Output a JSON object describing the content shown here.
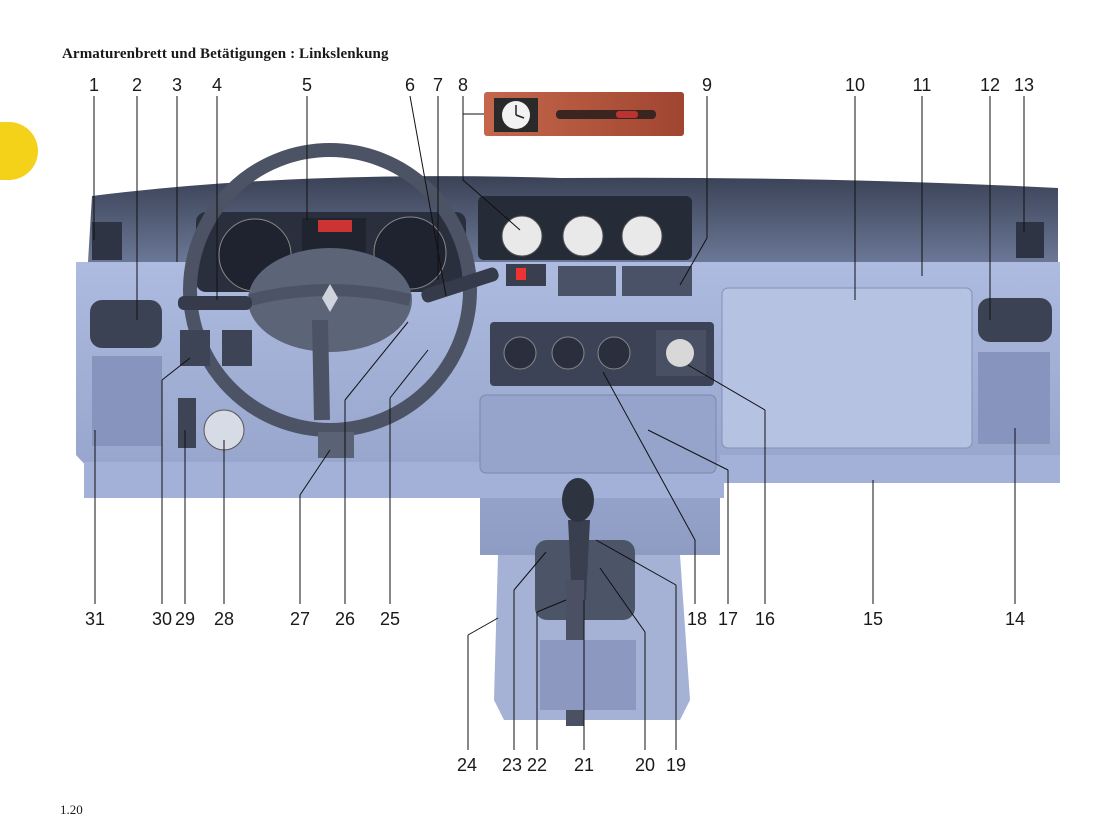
{
  "page": {
    "title": "Armaturenbrett und Betätigungen : Linkslenkung",
    "page_number": "1.20"
  },
  "callouts_top": [
    "1",
    "2",
    "3",
    "4",
    "5",
    "6",
    "7",
    "8",
    "9",
    "10",
    "11",
    "12",
    "13"
  ],
  "callouts_bottom": [
    "31",
    "30",
    "29",
    "28",
    "27",
    "26",
    "25",
    "18",
    "17",
    "16",
    "15",
    "14"
  ],
  "callouts_console": [
    "24",
    "23",
    "22",
    "21",
    "20",
    "19"
  ],
  "colors": {
    "dash": "#9aa9cc",
    "dash_dark": "#5f6b8a",
    "tab": "#f5d21a",
    "wood": "#b8553f"
  }
}
